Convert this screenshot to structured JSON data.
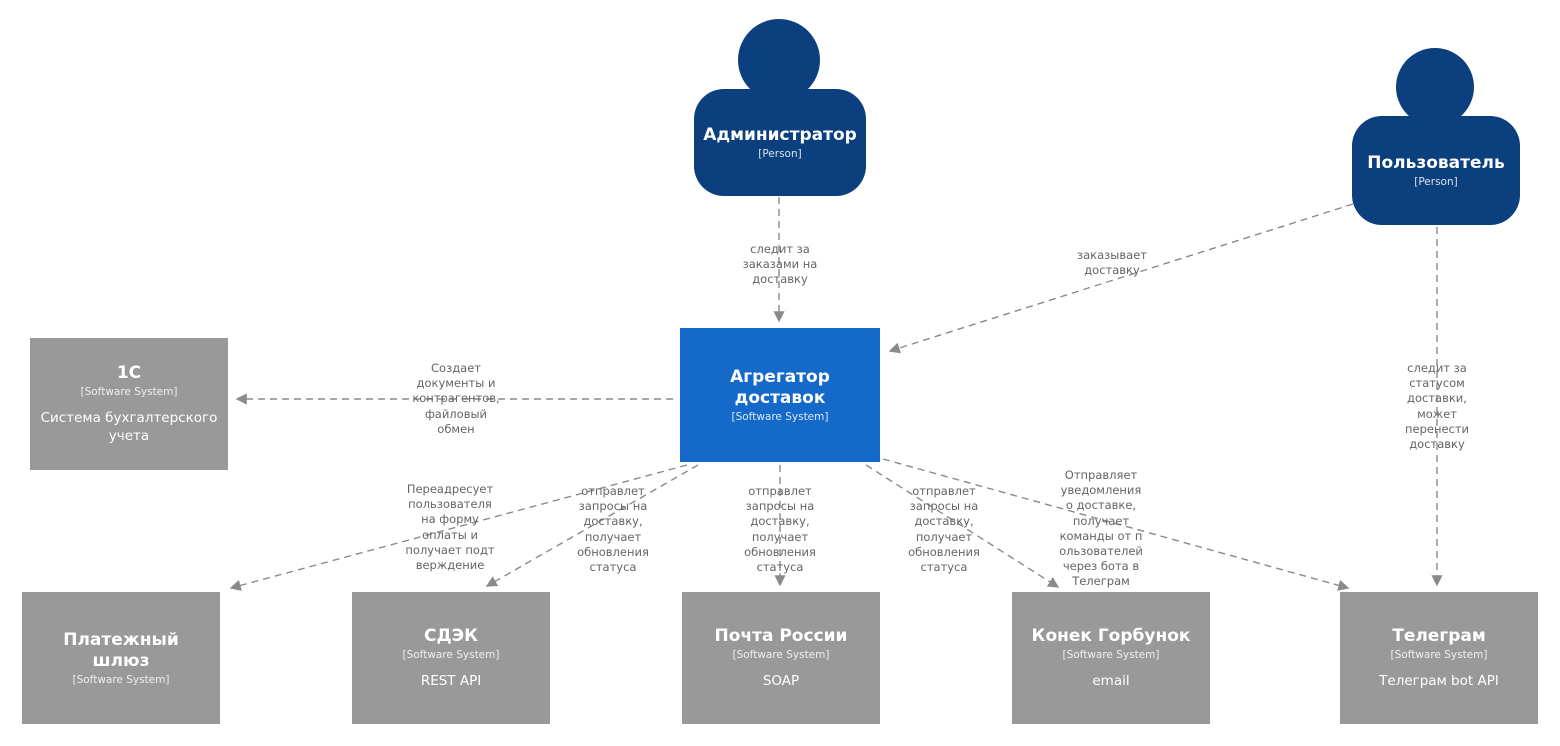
{
  "colors": {
    "person_fill": "#0b3f7d",
    "system_fill": "#1569c8",
    "external_fill": "#999999",
    "edge": "#8a8a8a",
    "edge_label": "#646464"
  },
  "persons": [
    {
      "name": "Администратор",
      "meta": "[Person]"
    },
    {
      "name": "Пользователь",
      "meta": "[Person]"
    }
  ],
  "systems": [
    {
      "name": "Агрегатор доставок",
      "meta": "[Software System]",
      "desc": ""
    },
    {
      "name": "1С",
      "meta": "[Software System]",
      "desc": "Система бухгалтерского учета"
    },
    {
      "name": "Платежный шлюз",
      "meta": "[Software System]",
      "desc": ""
    },
    {
      "name": "СДЭК",
      "meta": "[Software System]",
      "desc": "REST API"
    },
    {
      "name": "Почта России",
      "meta": "[Software System]",
      "desc": "SOAP"
    },
    {
      "name": "Конек Горбунок",
      "meta": "[Software System]",
      "desc": "email"
    },
    {
      "name": "Телеграм",
      "meta": "[Software System]",
      "desc": "Телеграм bot API"
    }
  ],
  "edges": [
    {
      "from": "Администратор",
      "to": "Агрегатор доставок",
      "label": "следит за\nзаказами на\nдоставку"
    },
    {
      "from": "Пользователь",
      "to": "Агрегатор доставок",
      "label": "заказывает\nдоставку"
    },
    {
      "from": "Агрегатор доставок",
      "to": "1С",
      "label": "Создает\nдокументы и\nконтрагентов,\nфайловый\nобмен"
    },
    {
      "from": "Агрегатор доставок",
      "to": "Платежный шлюз",
      "label": "Переадресует\nпользователя\nна форму\nоплаты и\nполучает подт\nверждение"
    },
    {
      "from": "Агрегатор доставок",
      "to": "СДЭК",
      "label": "отправлет\nзапросы на\nдоставку,\nполучает\nобновления\nстатуса"
    },
    {
      "from": "Агрегатор доставок",
      "to": "Почта России",
      "label": "отправлет\nзапросы на\nдоставку,\nполучает\nобновления\nстатуса"
    },
    {
      "from": "Агрегатор доставок",
      "to": "Конек Горбунок",
      "label": "отправлет\nзапросы на\nдоставку,\nполучает\nобновления\nстатуса"
    },
    {
      "from": "Агрегатор доставок",
      "to": "Телеграм",
      "label": "Отправляет\nуведомления\nо доставке,\nполучает\nкоманды от п\nользователей\nчерез бота в\nТелеграм"
    },
    {
      "from": "Пользователь",
      "to": "Телеграм",
      "label": "следит за\nстатусом\nдоставки,\nможет\nперенести\nдоставку"
    }
  ]
}
